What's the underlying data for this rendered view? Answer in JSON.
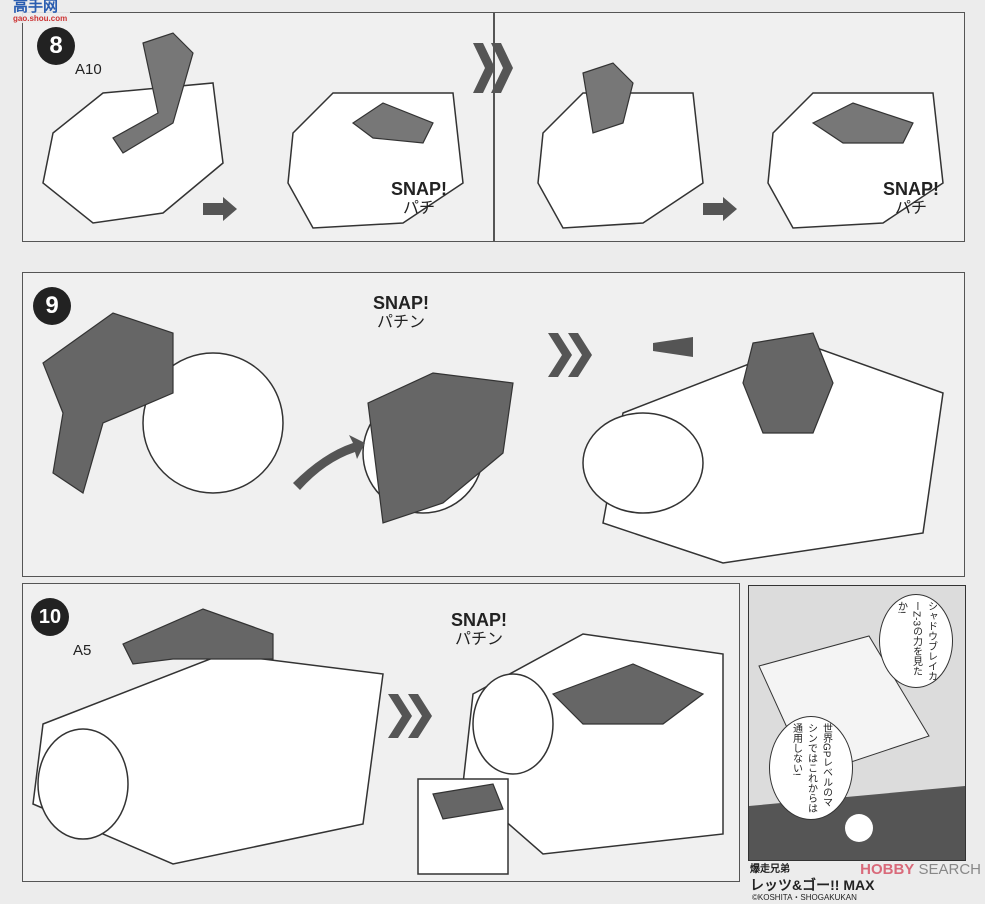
{
  "watermark": {
    "site_name": "高手网",
    "site_url": "gao.shou.com"
  },
  "steps": [
    {
      "number": "8",
      "part_label": "A10",
      "snap_texts": [
        {
          "en": "SNAP!",
          "jp": "パチ"
        },
        {
          "en": "SNAP!",
          "jp": "パチ"
        }
      ]
    },
    {
      "number": "9",
      "snap_texts": [
        {
          "en": "SNAP!",
          "jp": "パチン"
        }
      ]
    },
    {
      "number": "10",
      "part_label": "A5",
      "snap_texts": [
        {
          "en": "SNAP!",
          "jp": "パチン"
        }
      ]
    }
  ],
  "manga": {
    "bubble_1": "シャドウブレイカーZ-3の力を見たか!",
    "bubble_2": "世界GPレベルのマシンではこれからは通用しない!",
    "series_sub": "爆走兄弟",
    "series_title": "レッツ&ゴー!! MAX",
    "copyright": "©KOSHITA・SHOGAKUKAN"
  },
  "watermark_bottom": {
    "brand": "HOBBY",
    "suffix": "SEARCH"
  }
}
